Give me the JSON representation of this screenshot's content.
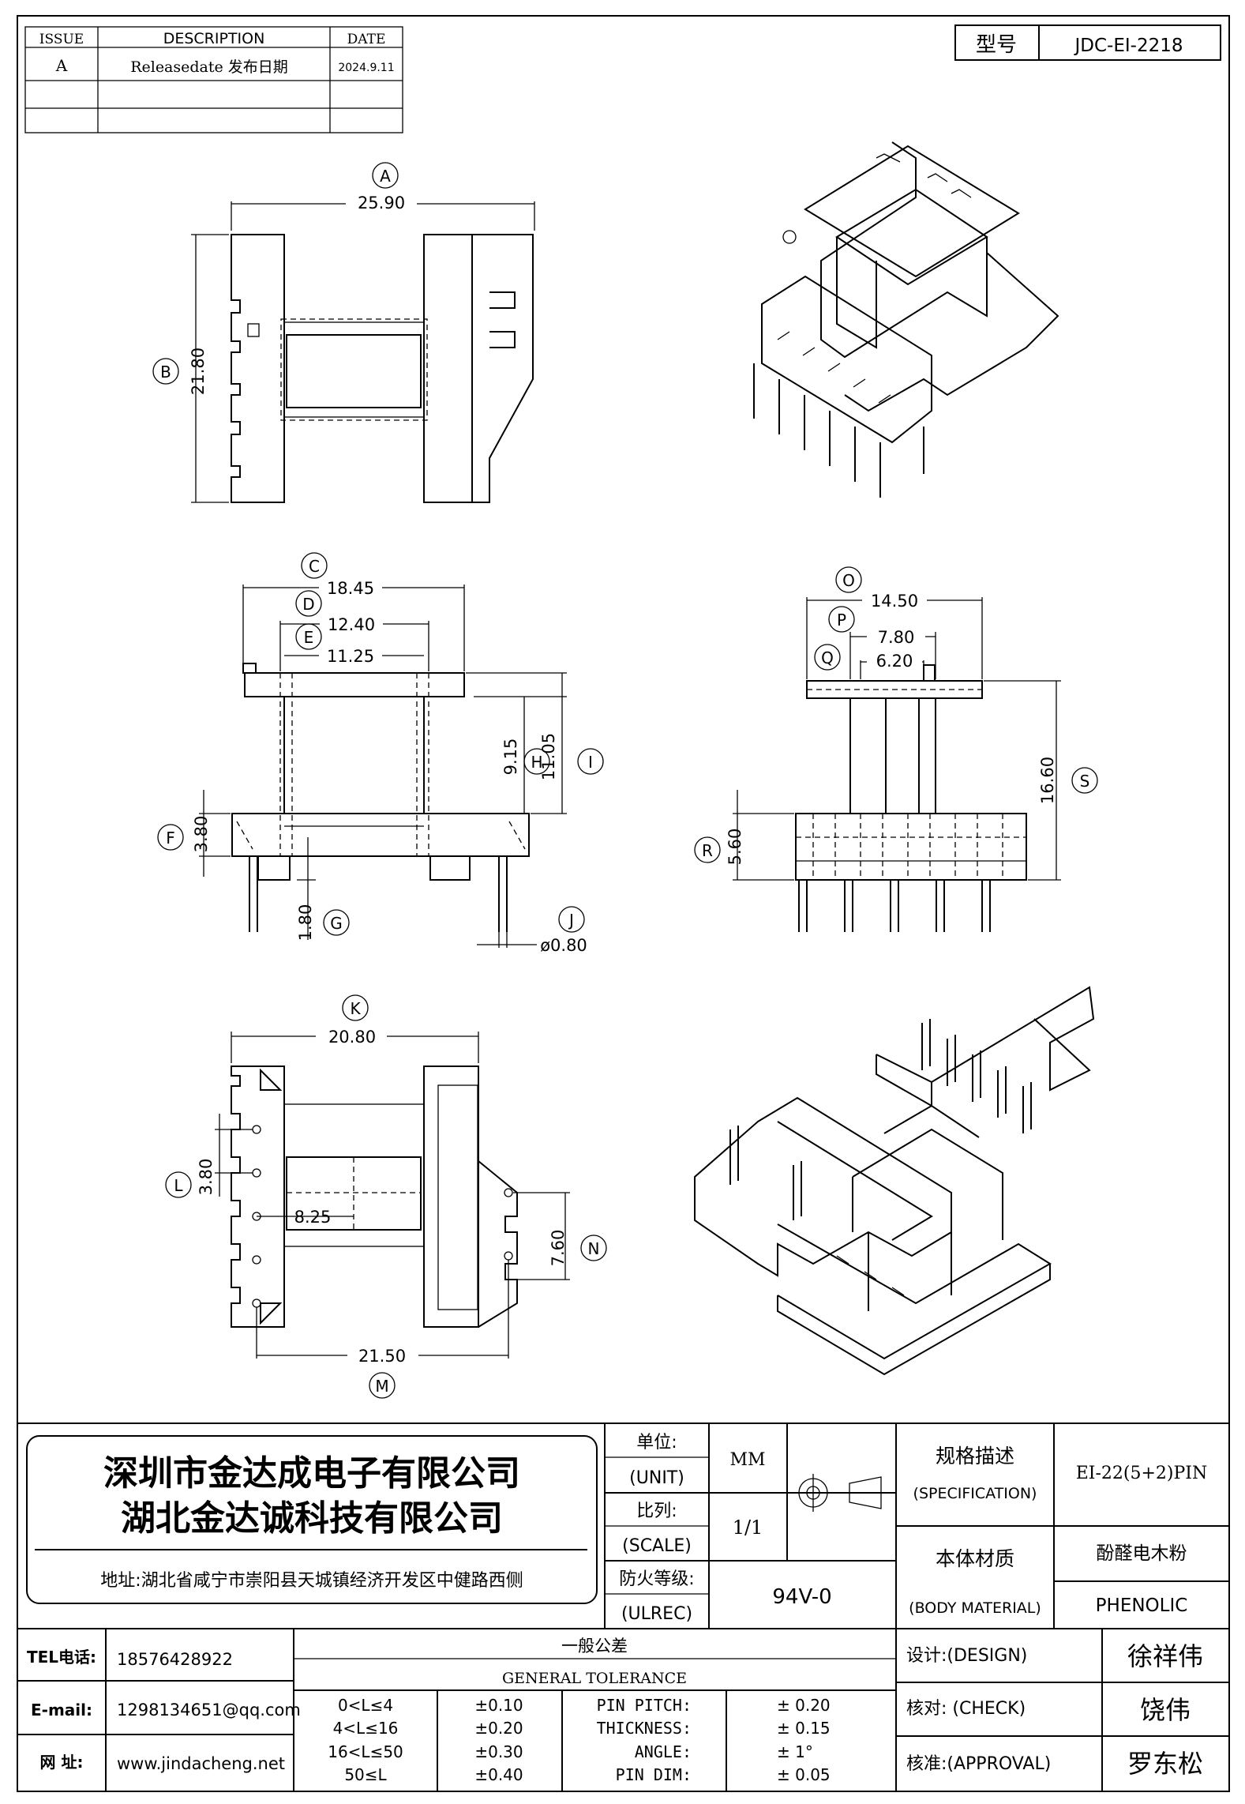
{
  "revision_table": {
    "headers": [
      "ISSUE",
      "DESCRIPTION",
      "DATE"
    ],
    "rows": [
      {
        "issue": "A",
        "description": "Releasedate 发布日期",
        "date": "2024.9.11"
      }
    ]
  },
  "part_box": {
    "label": "型号",
    "value": "JDC-EI-2218"
  },
  "dimensions": {
    "A": "25.90",
    "B": "21.80",
    "C": "18.45",
    "D": "12.40",
    "E": "11.25",
    "F": "3.80",
    "G": "1.80",
    "H": "9.15",
    "I": "11.05",
    "J": "ø0.80",
    "K": "20.80",
    "L": "3.80",
    "M": "21.50",
    "N": "7.60",
    "O": "14.50",
    "P": "7.80",
    "Q": "6.20",
    "R": "5.60",
    "S": "16.60",
    "inner": "8.25"
  },
  "company": {
    "name1": "深圳市金达成电子有限公司",
    "name2": "湖北金达诚科技有限公司",
    "address": "地址:湖北省咸宁市崇阳县天城镇经济开发区中健路西侧"
  },
  "spec_block": {
    "unit_cn": "单位:",
    "unit_en": "(UNIT)",
    "unit_value": "MM",
    "scale_cn": "比列:",
    "scale_en": "(SCALE)",
    "scale_value": "1/1",
    "ulrec_cn": "防火等级:",
    "ulrec_en": "(ULREC)",
    "ulrec_value": "94V-0",
    "spec_cn": "规格描述",
    "spec_en": "(SPECIFICATION)",
    "spec_value": "EI-22(5+2)PIN",
    "material_cn": "本体材质",
    "material_en": "(BODY MATERIAL)",
    "material_value_cn": "酚醛电木粉",
    "material_value_en": "PHENOLIC"
  },
  "contact": {
    "tel_label": "TEL电话:",
    "tel": "18576428922",
    "email_label": "E-mail:",
    "email": "1298134651@qq.com",
    "web_label": "网  址:",
    "web": "www.jindacheng.net"
  },
  "tolerance": {
    "title_cn": "一般公差",
    "title_en": "GENERAL TOLERANCE",
    "ranges": [
      {
        "range": "0<L≤4",
        "tol": "±0.10"
      },
      {
        "range": "4<L≤16",
        "tol": "±0.20"
      },
      {
        "range": "16<L≤50",
        "tol": "±0.30"
      },
      {
        "range": "50≤L",
        "tol": "±0.40"
      }
    ],
    "items": [
      {
        "name": "PIN PITCH:",
        "tol": "±  0.20"
      },
      {
        "name": "THICKNESS:",
        "tol": "±  0.15"
      },
      {
        "name": "ANGLE:",
        "tol": "±  1°"
      },
      {
        "name": "PIN DIM:",
        "tol": "±  0.05"
      }
    ]
  },
  "approvals": {
    "design_label": "设计:(DESIGN)",
    "design_name": "徐祥伟",
    "check_label": "核对: (CHECK)",
    "check_name": "饶伟",
    "approval_label": "核准:(APPROVAL)",
    "approval_name": "罗东松"
  }
}
